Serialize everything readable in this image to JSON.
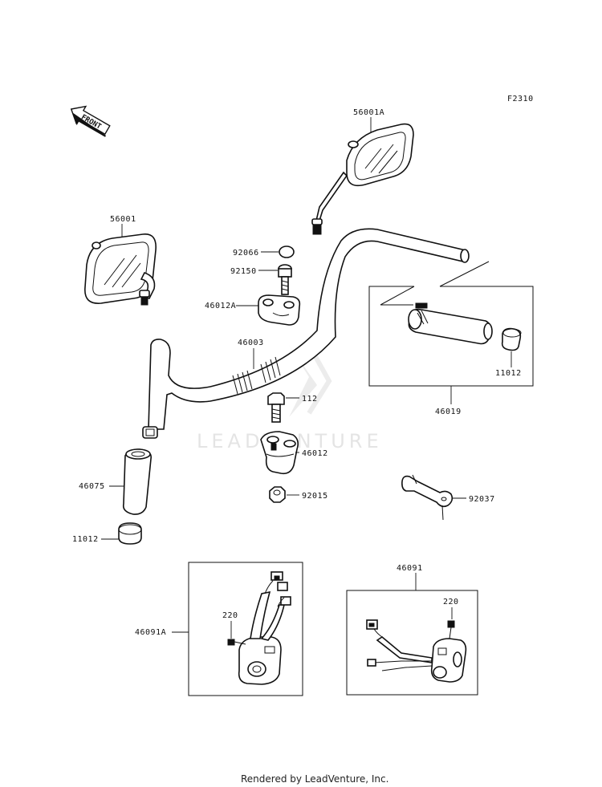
{
  "diagram": {
    "figure_code": "F2310",
    "front_arrow_label": "FRONT",
    "watermark": "LEADVENTURE",
    "footer": "Rendered by LeadVenture, Inc."
  },
  "labels": {
    "p56001A": "56001A",
    "p56001": "56001",
    "p92066": "92066",
    "p92150": "92150",
    "p46012A": "46012A",
    "p46003": "46003",
    "p11012_right": "11012",
    "p46019": "46019",
    "p112": "112",
    "p46012": "46012",
    "p46075": "46075",
    "p92015": "92015",
    "p92037": "92037",
    "p11012_left": "11012",
    "p46091": "46091",
    "p46091A": "46091A",
    "p220_left": "220",
    "p220_right": "220"
  }
}
